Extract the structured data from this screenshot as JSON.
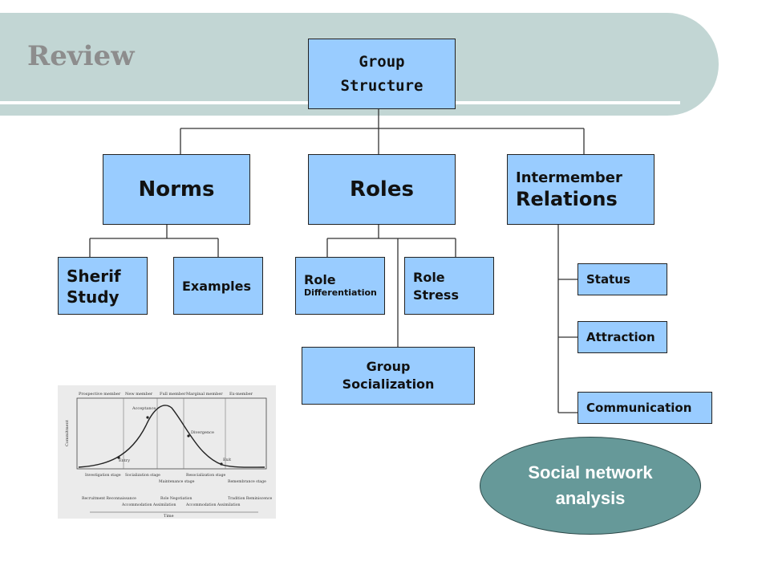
{
  "slide": {
    "title": "Review",
    "accent_color": "#c2d6d4",
    "box_color": "#99ccff",
    "ellipse_color": "#669999"
  },
  "diagram": {
    "root": {
      "line1": "Group",
      "line2": "Structure"
    },
    "norms": "Norms",
    "roles": "Roles",
    "relations": {
      "line1": "Intermember",
      "line2": "Relations"
    },
    "sherif": {
      "line1": "Sherif",
      "line2": "Study"
    },
    "examples": "Examples",
    "role_diff": {
      "line1": "Role",
      "line2": "Differentiation"
    },
    "role_stress": {
      "line1": "Role",
      "line2": "Stress"
    },
    "socialization": {
      "line1": "Group",
      "line2": "Socialization"
    },
    "status": "Status",
    "attraction": "Attraction",
    "communication": "Communication",
    "sna": {
      "line1": "Social network",
      "line2": "analysis"
    }
  },
  "figure": {
    "top_labels": [
      "Prospective member",
      "New member",
      "Full member",
      "Marginal member",
      "Ex-member"
    ],
    "y_label": "Commitment",
    "x_label": "Time",
    "curve_labels": [
      "Acceptance",
      "Divergence",
      "Entry",
      "Exit"
    ],
    "stages": [
      "Investigation stage",
      "Socialization stage",
      "Maintenance stage",
      "Resocialization stage",
      "Remembrance stage"
    ],
    "bottom": [
      "Recruitment Reconnaissance",
      "Accommodation Assimilation",
      "Role Negotiation",
      "Accommodation Assimilation",
      "Tradition Reminiscence"
    ]
  }
}
